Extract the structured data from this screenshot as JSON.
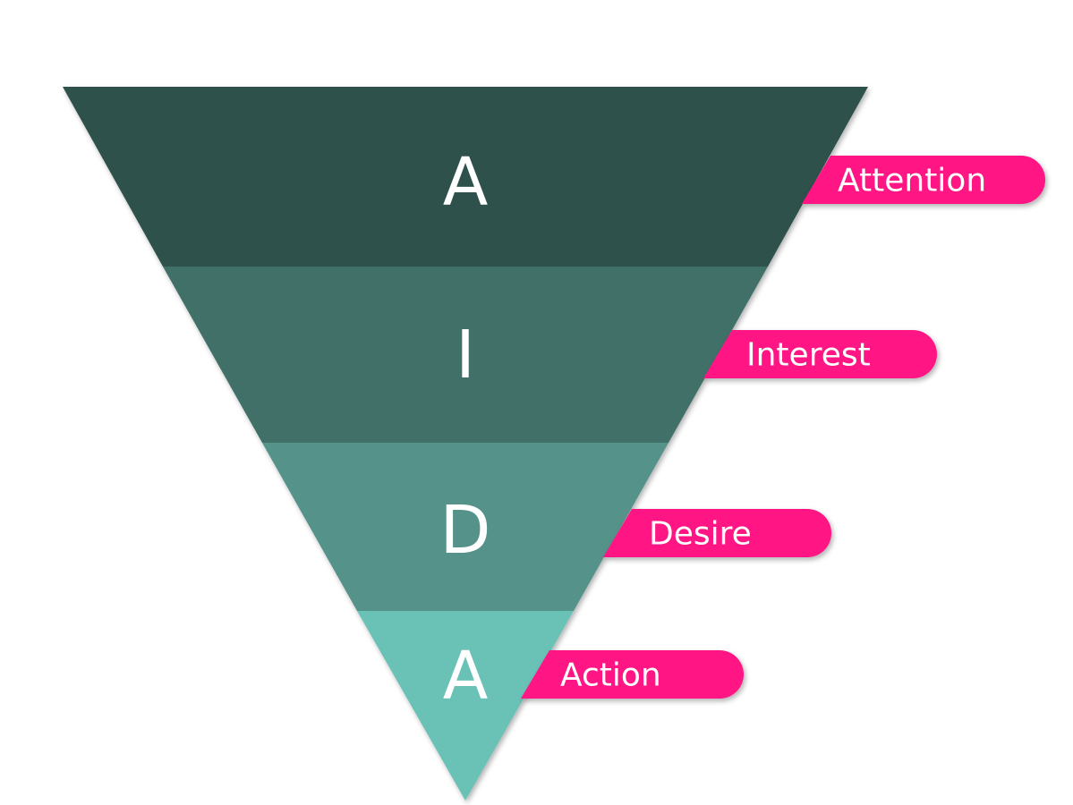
{
  "colors": {
    "background": "#ffffff",
    "stage_fills": [
      "#2e514c",
      "#3f7068",
      "#55928a",
      "#6bc1b6"
    ],
    "tag_fill": "#ff1784",
    "text": "#ffffff"
  },
  "stages": [
    {
      "letter": "A",
      "label": "Attention"
    },
    {
      "letter": "I",
      "label": "Interest"
    },
    {
      "letter": "D",
      "label": "Desire"
    },
    {
      "letter": "A",
      "label": "Action"
    }
  ]
}
